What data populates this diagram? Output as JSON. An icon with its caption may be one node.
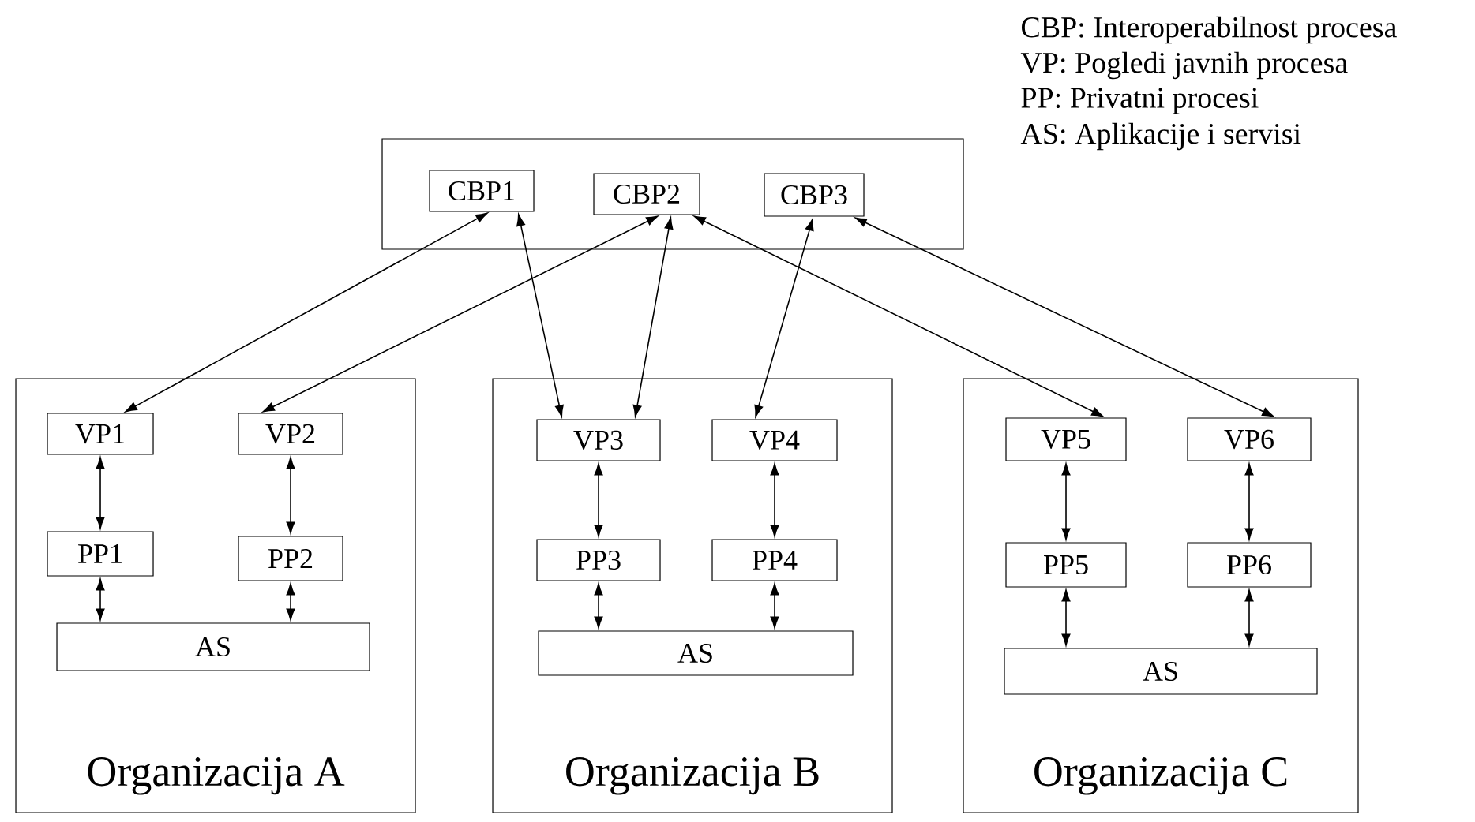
{
  "diagram": {
    "nodes": [
      {
        "text": [],
        "shape": "box"
      },
      {
        "text": [
          "CBP1"
        ],
        "in": 0
      },
      {
        "text": [
          "CBP2"
        ],
        "in": 0
      },
      {
        "text": [
          "CBP3"
        ],
        "in": 0
      },
      {
        "text": [
          "Organizacija A"
        ]
      },
      {
        "text": [
          "VP1"
        ],
        "in": 4
      },
      {
        "text": [
          "VP2"
        ],
        "in": 4
      },
      {
        "text": [
          "PP1"
        ],
        "in": 4
      },
      {
        "text": [
          "PP2"
        ],
        "in": 4
      },
      {
        "text": [
          "AS"
        ],
        "in": 4
      },
      {
        "text": [
          "Organizacija B"
        ]
      },
      {
        "text": [
          "VP3"
        ],
        "in": 10
      },
      {
        "text": [
          "VP4"
        ],
        "in": 10
      },
      {
        "text": [
          "PP3"
        ],
        "in": 10
      },
      {
        "text": [
          "PP4"
        ],
        "in": 10
      },
      {
        "text": [
          "AS"
        ],
        "in": 10
      },
      {
        "text": [
          "Organizacija C"
        ]
      },
      {
        "text": [
          "VP5"
        ],
        "in": 16
      },
      {
        "text": [
          "VP6"
        ],
        "in": 16
      },
      {
        "text": [
          "PP5"
        ],
        "in": 16
      },
      {
        "text": [
          "PP6"
        ],
        "in": 16
      },
      {
        "text": [
          "AS"
        ],
        "in": 16
      }
    ],
    "edges": [
      {
        "from": 1,
        "to": 5,
        "arrow": "both"
      },
      {
        "from": 1,
        "to": 11,
        "arrow": "both"
      },
      {
        "from": 2,
        "to": 6,
        "arrow": "both"
      },
      {
        "from": 2,
        "to": 11,
        "arrow": "both"
      },
      {
        "from": 2,
        "to": 17,
        "arrow": "both"
      },
      {
        "from": 3,
        "to": 12,
        "arrow": "both"
      },
      {
        "from": 3,
        "to": 18,
        "arrow": "both"
      },
      {
        "from": 5,
        "to": 7,
        "arrow": "both"
      },
      {
        "from": 6,
        "to": 8,
        "arrow": "both"
      },
      {
        "from": 7,
        "to": 9,
        "arrow": "both"
      },
      {
        "from": 8,
        "to": 9,
        "arrow": "both"
      },
      {
        "from": 11,
        "to": 13,
        "arrow": "both"
      },
      {
        "from": 12,
        "to": 14,
        "arrow": "both"
      },
      {
        "from": 13,
        "to": 15,
        "arrow": "both"
      },
      {
        "from": 14,
        "to": 15,
        "arrow": "both"
      },
      {
        "from": 17,
        "to": 19,
        "arrow": "both"
      },
      {
        "from": 18,
        "to": 20,
        "arrow": "both"
      },
      {
        "from": 19,
        "to": 21,
        "arrow": "both"
      },
      {
        "from": 20,
        "to": 21,
        "arrow": "both"
      }
    ],
    "labels": [
      "CBP: Interoperabilnost procesa",
      "VP: Pogledi javnih procesa",
      "PP: Privatni procesi",
      "AS: Aplikacije i servisi"
    ]
  }
}
